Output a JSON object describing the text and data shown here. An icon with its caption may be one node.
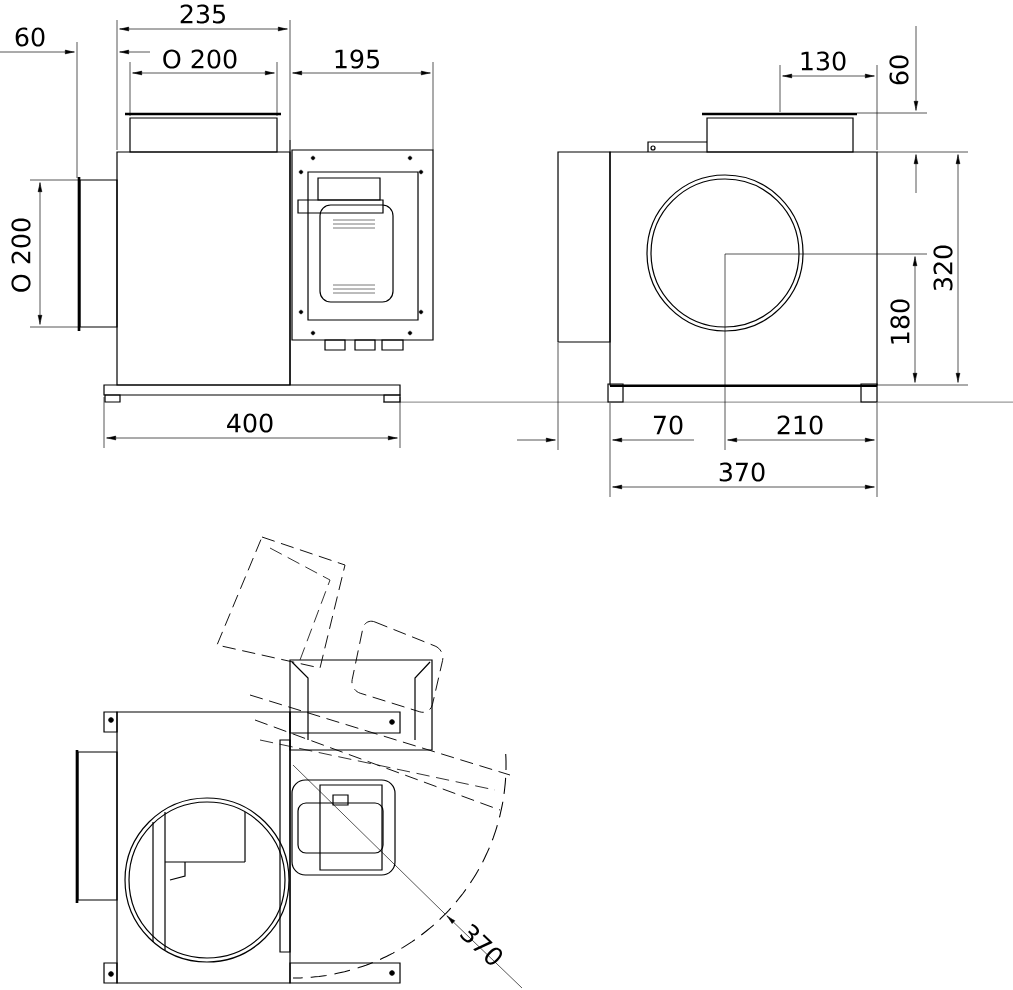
{
  "diagram": {
    "labels": [
      "235",
      "60",
      "O 200",
      "195",
      "130",
      "60",
      "O 200",
      "320",
      "180",
      "400",
      "70",
      "210",
      "370",
      "370"
    ]
  }
}
